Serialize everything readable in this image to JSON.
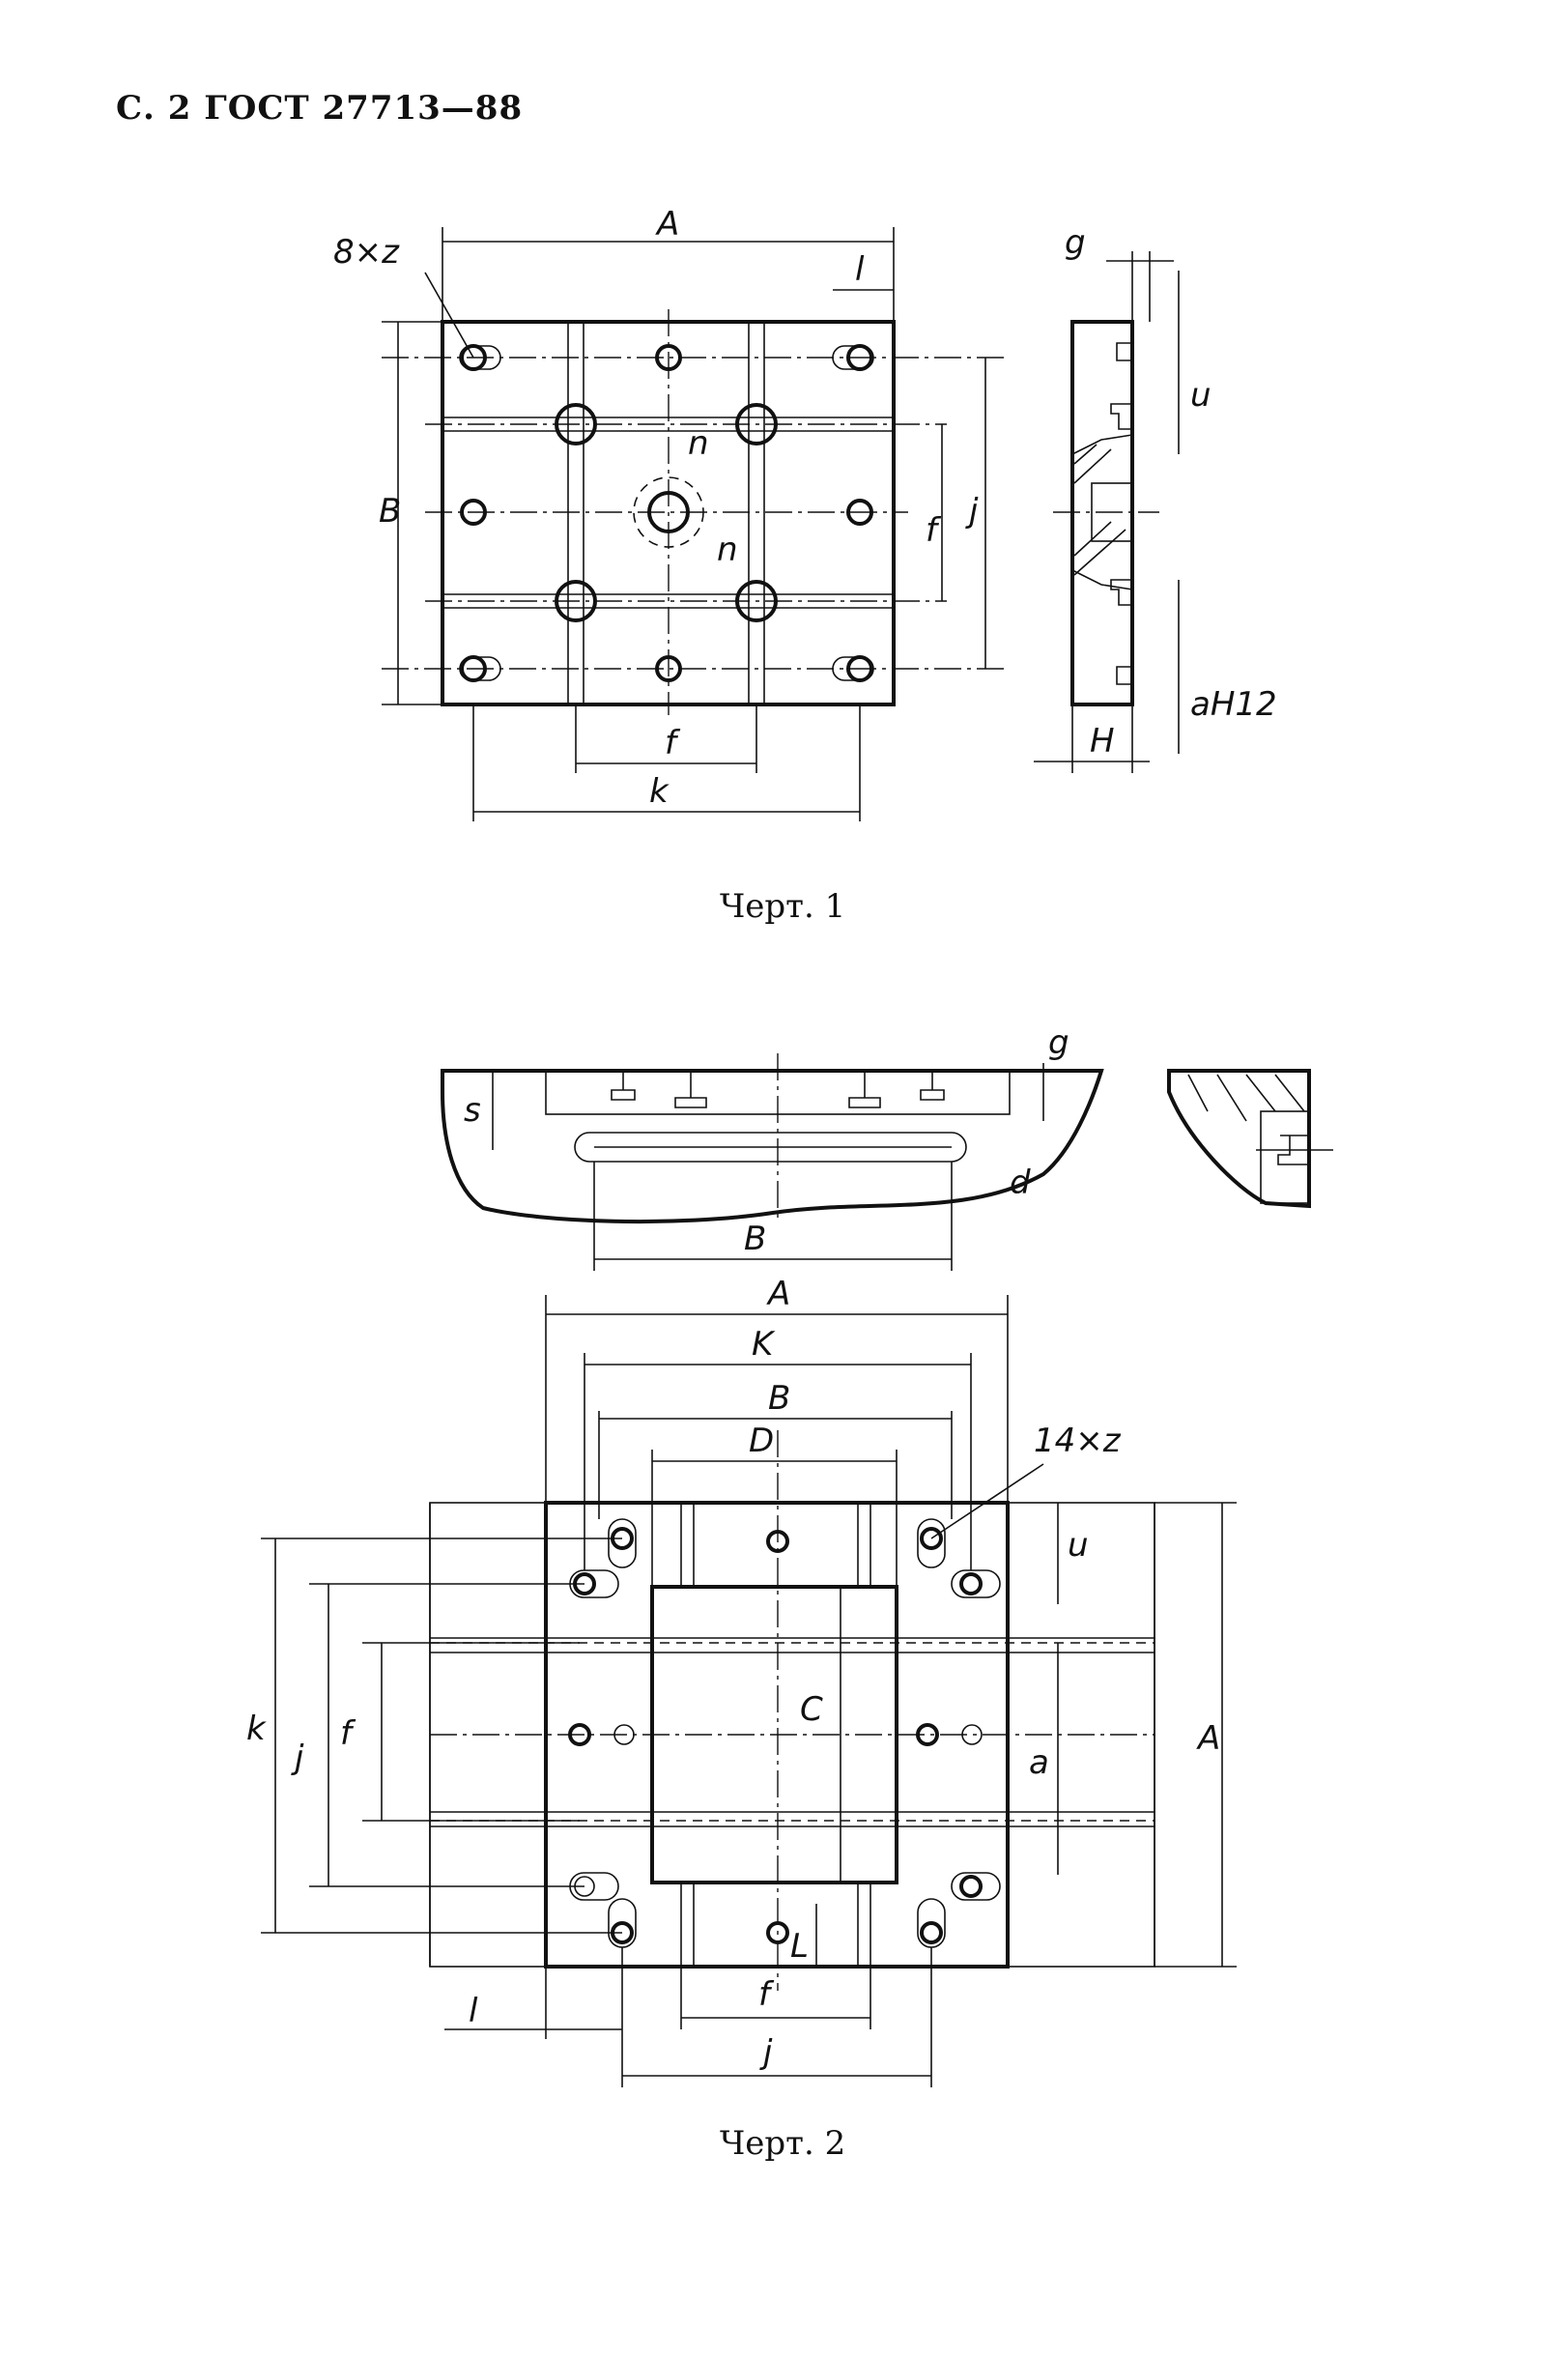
{
  "header": {
    "text": "С. 2 ГОСТ 27713—88"
  },
  "figure1": {
    "caption": "Черт. 1",
    "labels": {
      "A": "A",
      "l": "l",
      "z": "8×z",
      "B": "B",
      "n1": "n",
      "n2": "n",
      "f_vert": "f",
      "j_vert": "j",
      "f": "f",
      "k": "k",
      "g": "g",
      "u": "u",
      "H": "H",
      "aH12": "aH12"
    }
  },
  "figure2": {
    "caption": "Черт. 2",
    "labels": {
      "g": "g",
      "s": "s",
      "d": "d",
      "B_top": "B",
      "A_top": "A",
      "K": "K",
      "B": "B",
      "D": "D",
      "z": "14×z",
      "u": "u",
      "C": "C",
      "a": "a",
      "A_right": "A",
      "k": "k",
      "j_left": "j",
      "f_left": "f",
      "L": "L",
      "l": "l",
      "f_bottom": "f",
      "j_bottom": "j"
    }
  }
}
